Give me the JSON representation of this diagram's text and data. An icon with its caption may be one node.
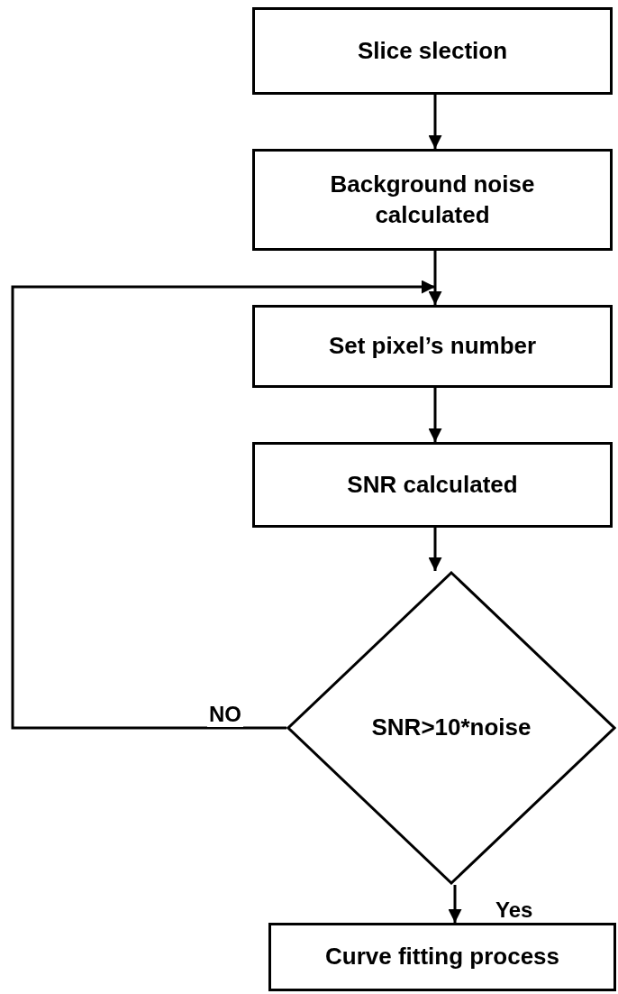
{
  "diagram": {
    "nodes": [
      {
        "text": [
          "Slice slection"
        ]
      },
      {
        "text": [
          "Background noise calculated"
        ]
      },
      {
        "text": [
          "Set pixel’s number"
        ]
      },
      {
        "text": [
          "SNR calculated"
        ]
      },
      {
        "text": [
          "SNR>10*noise"
        ]
      },
      {
        "text": [
          "Curve fitting process"
        ]
      }
    ],
    "edges": [
      {
        "from": 0,
        "to": 1,
        "arrow": "to"
      },
      {
        "from": 1,
        "to": 2,
        "arrow": "to"
      },
      {
        "from": 2,
        "to": 3,
        "arrow": "to"
      },
      {
        "from": 3,
        "to": 4,
        "arrow": "to"
      },
      {
        "from": 4,
        "to": 2,
        "arrow": "to",
        "label": "NO"
      },
      {
        "from": 4,
        "to": 5,
        "arrow": "to",
        "label": "Yes"
      }
    ]
  }
}
